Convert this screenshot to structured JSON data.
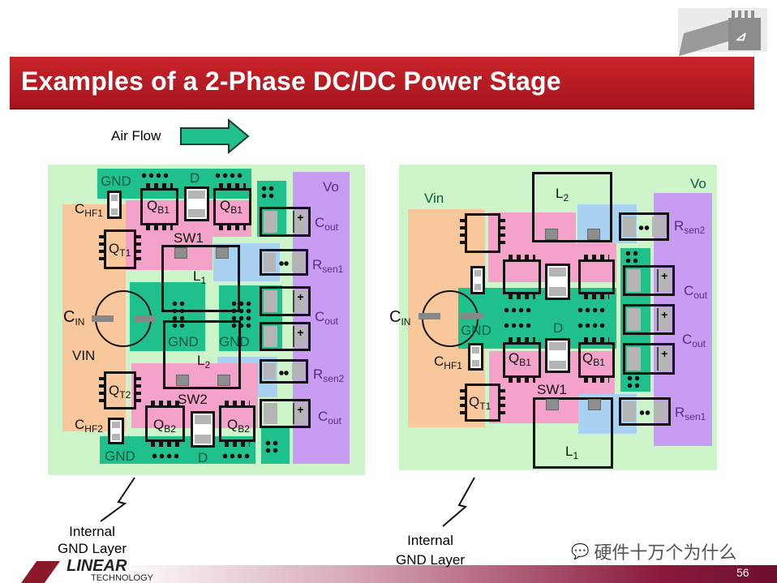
{
  "slide": {
    "title": "Examples of a 2-Phase DC/DC Power Stage",
    "air_flow_label": "Air Flow",
    "page_number": "56",
    "watermark": "硬件十万个为什么",
    "logo": {
      "brand": "LINEAR",
      "sub": "TECHNOLOGY"
    }
  },
  "colors": {
    "title_bar": "#b5161d",
    "board": "#cdf5c9",
    "vin": "#f8c89c",
    "sw": "#f4a2c9",
    "gnd": "#20c08c",
    "l_node": "#a9d2f2",
    "vo": "#c79cf2"
  },
  "left_board": {
    "gnd": "GND",
    "d": "D",
    "vo": "Vo",
    "vin": "VIN",
    "sw1": "SW1",
    "sw2": "SW2",
    "chf1": {
      "main": "C",
      "sub": "HF1"
    },
    "chf2": {
      "main": "C",
      "sub": "HF2"
    },
    "qb1": {
      "main": "Q",
      "sub": "B1"
    },
    "qb2": {
      "main": "Q",
      "sub": "B2"
    },
    "qt1": {
      "main": "Q",
      "sub": "T1"
    },
    "qt2": {
      "main": "Q",
      "sub": "T2"
    },
    "l1": {
      "main": "L",
      "sub": "1"
    },
    "l2": {
      "main": "L",
      "sub": "2"
    },
    "cin": {
      "main": "C",
      "sub": "IN"
    },
    "cout": {
      "main": "C",
      "sub": "out"
    },
    "rsen1": {
      "main": "R",
      "sub": "sen1"
    },
    "rsen2": {
      "main": "R",
      "sub": "sen2"
    },
    "caption": "Internal GND Layer"
  },
  "right_board": {
    "vin": "Vin",
    "vo": "Vo",
    "gnd": "GND",
    "d": "D",
    "sw1": "SW1",
    "chf1": {
      "main": "C",
      "sub": "HF1"
    },
    "qb1": {
      "main": "Q",
      "sub": "B1"
    },
    "qt1": {
      "main": "Q",
      "sub": "T1"
    },
    "l1": {
      "main": "L",
      "sub": "1"
    },
    "l2": {
      "main": "L",
      "sub": "2"
    },
    "cin": {
      "main": "C",
      "sub": "IN"
    },
    "cout": {
      "main": "C",
      "sub": "out"
    },
    "rsen1": {
      "main": "R",
      "sub": "sen1"
    },
    "rsen2": {
      "main": "R",
      "sub": "sen2"
    },
    "caption_line1": "Internal",
    "caption_line2": "GND Layer"
  }
}
